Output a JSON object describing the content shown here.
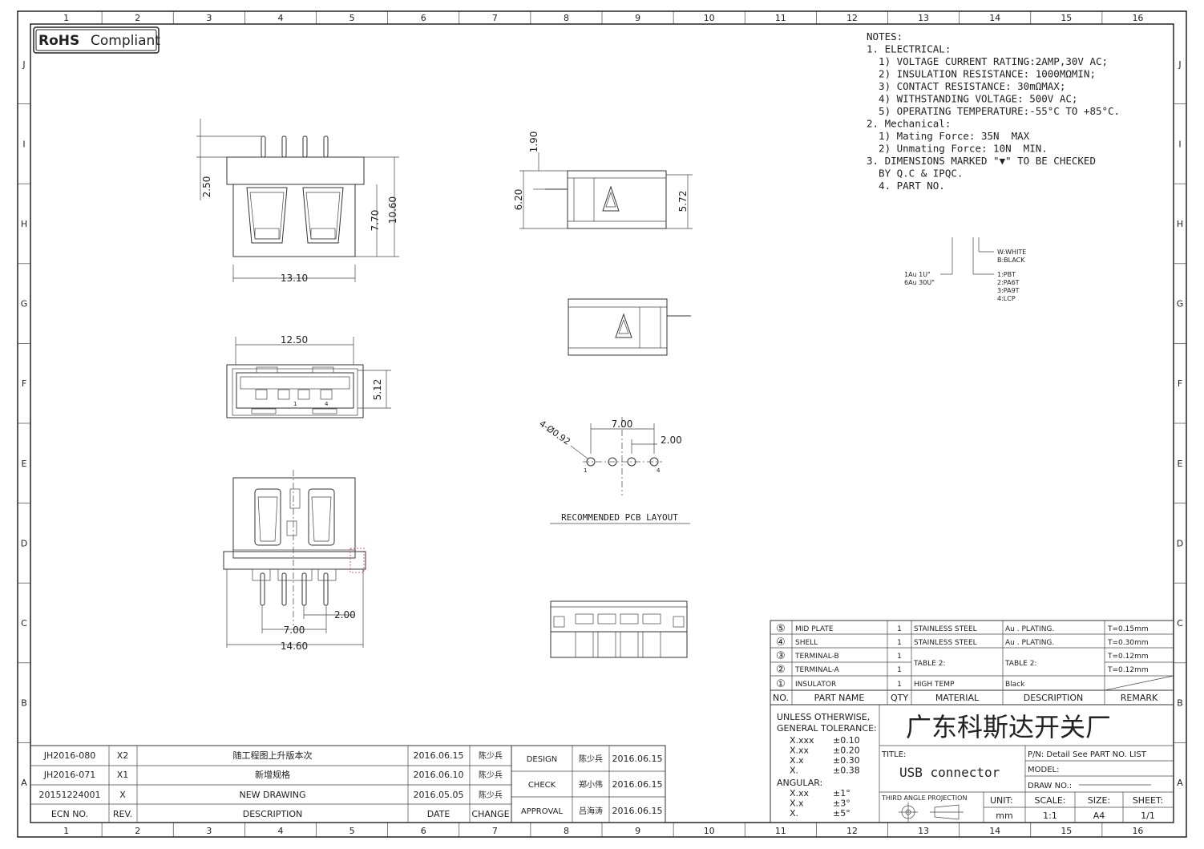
{
  "frame": {
    "cols": [
      "1",
      "2",
      "3",
      "4",
      "5",
      "6",
      "7",
      "8",
      "9",
      "10",
      "11",
      "12",
      "13",
      "14",
      "15",
      "16"
    ],
    "rows": [
      "J",
      "I",
      "H",
      "G",
      "F",
      "E",
      "D",
      "C",
      "B",
      "A"
    ]
  },
  "rohs": {
    "strong": "RoHS",
    "rest": "Compliant"
  },
  "notes": {
    "lines": [
      "NOTES:",
      "1. ELECTRICAL:",
      "  1) VOLTAGE CURRENT RATING:2AMP,30V AC;",
      "  2) INSULATION RESISTANCE: 1000MΩMIN;",
      "  3) CONTACT RESISTANCE: 30mΩMAX;",
      "  4) WITHSTANDING VOLTAGE: 500V AC;",
      "  5) OPERATING TEMPERATURE:-55°C TO +85°C.",
      "2. Mechanical:",
      "  1) Mating Force: 35N  MAX",
      "  2) Unmating Force: 10N  MIN.",
      "3. DIMENSIONS MARKED \"▼\" TO BE CHECKED",
      "  BY Q.C & IPQC.",
      "  4. PART NO."
    ]
  },
  "part_codes": {
    "plating": [
      "1Au 1U\"",
      "6Au 30U\""
    ],
    "color": [
      "W:WHITE",
      "B:BLACK"
    ],
    "material": [
      "1:PBT",
      "2:PA6T",
      "3:PA9T",
      "4:LCP"
    ]
  },
  "dims": {
    "d250": "2.50",
    "d770": "7.70",
    "d1060": "10.60",
    "d1310": "13.10",
    "d1250": "12.50",
    "d512": "5.12",
    "d190": "1.90",
    "d620": "6.20",
    "d572": "5.72",
    "d700a": "7.00",
    "d200a": "2.00",
    "hole": "4-Ø0.92",
    "pin1": "1",
    "pin4": "4",
    "d200b": "2.00",
    "d700b": "7.00",
    "d1460": "14.60"
  },
  "pcb_label": "RECOMMENDED PCB LAYOUT",
  "bom": {
    "rows": [
      {
        "no": "⑤",
        "name": "MID PLATE",
        "qty": "1",
        "material": "STAINLESS STEEL",
        "desc": "Au . PLATING.",
        "remark": "T=0.15mm"
      },
      {
        "no": "④",
        "name": "SHELL",
        "qty": "1",
        "material": "STAINLESS STEEL",
        "desc": "Au . PLATING.",
        "remark": "T=0.30mm"
      },
      {
        "no": "③",
        "name": "TERMINAL-B",
        "qty": "1",
        "material": "TABLE 2:",
        "desc": "TABLE 2:",
        "remark": "T=0.12mm"
      },
      {
        "no": "②",
        "name": "TERMINAL-A",
        "qty": "1",
        "material": "",
        "desc": "",
        "remark": "T=0.12mm"
      },
      {
        "no": "①",
        "name": "INSULATOR",
        "qty": "1",
        "material": "HIGH TEMP",
        "desc": "Black",
        "remark": ""
      }
    ],
    "header": {
      "no": "NO.",
      "name": "PART NAME",
      "qty": "QTY",
      "material": "MATERIAL",
      "desc": "DESCRIPTION",
      "remark": "REMARK"
    }
  },
  "tolerance": {
    "title1": "UNLESS OTHERWISE,",
    "title2": "GENERAL TOLERANCE:",
    "rows": [
      [
        "X.xxx",
        "±0.10"
      ],
      [
        "X.xx",
        "±0.20"
      ],
      [
        "X.x",
        "±0.30"
      ],
      [
        "X.",
        "±0.38"
      ]
    ],
    "angular": "ANGULAR:",
    "arows": [
      [
        "X.xx",
        "±1°"
      ],
      [
        "X.x",
        "±3°"
      ],
      [
        "X.",
        "±5°"
      ]
    ]
  },
  "company": "广东科斯达开关厂",
  "title_block": {
    "title_label": "TITLE:",
    "title": "USB connector",
    "pn": "P/N: Detail  See  PART  NO.  LIST",
    "model": "MODEL:",
    "drawno": "DRAW  NO.:",
    "projection": "THIRD ANGLE PROJECTION",
    "unit_label": "UNIT:",
    "unit": "mm",
    "scale_label": "SCALE:",
    "scale": "1:1",
    "size_label": "SIZE:",
    "size": "A4",
    "sheet_label": "SHEET:",
    "sheet": "1/1"
  },
  "revisions": [
    {
      "ecn": "JH2016-080",
      "rev": "X2",
      "desc": "随工程图上升版本次",
      "date": "2016.06.15",
      "change": "陈少兵"
    },
    {
      "ecn": "JH2016-071",
      "rev": "X1",
      "desc": "新增规格",
      "date": "2016.06.10",
      "change": "陈少兵"
    },
    {
      "ecn": "20151224001",
      "rev": "X",
      "desc": "NEW DRAWING",
      "date": "2016.05.05",
      "change": "陈少兵"
    }
  ],
  "rev_header": {
    "ecn": "ECN  NO.",
    "rev": "REV.",
    "desc": "DESCRIPTION",
    "date": "DATE",
    "change": "CHANGE"
  },
  "approvals": [
    {
      "role": "DESIGN",
      "name": "陈少兵",
      "date": "2016.06.15"
    },
    {
      "role": "CHECK",
      "name": "郑小伟",
      "date": "2016.06.15"
    },
    {
      "role": "APPROVAL",
      "name": "吕海涛",
      "date": "2016.06.15"
    }
  ]
}
